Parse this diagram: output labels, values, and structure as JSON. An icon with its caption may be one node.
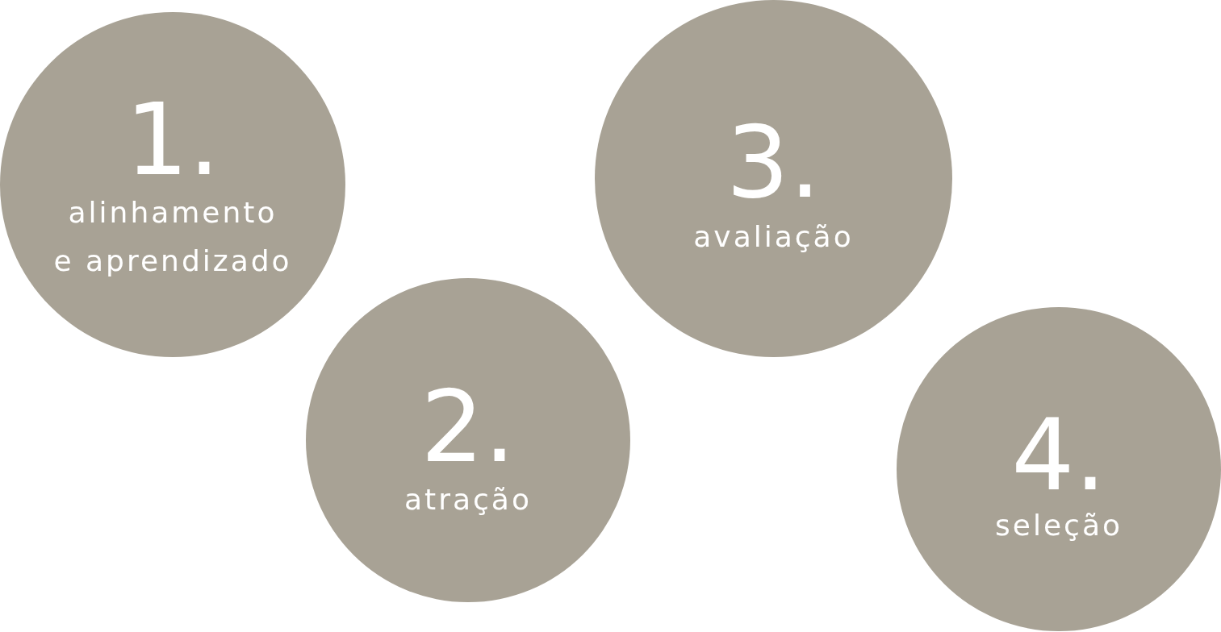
{
  "diagram": {
    "nodes": [
      {
        "text": [
          "1.",
          "alinhamento e aprendizado"
        ]
      },
      {
        "text": [
          "2.",
          "atração"
        ]
      },
      {
        "text": [
          "3.",
          "avaliação"
        ]
      },
      {
        "text": [
          "4.",
          "seleção"
        ]
      }
    ]
  }
}
